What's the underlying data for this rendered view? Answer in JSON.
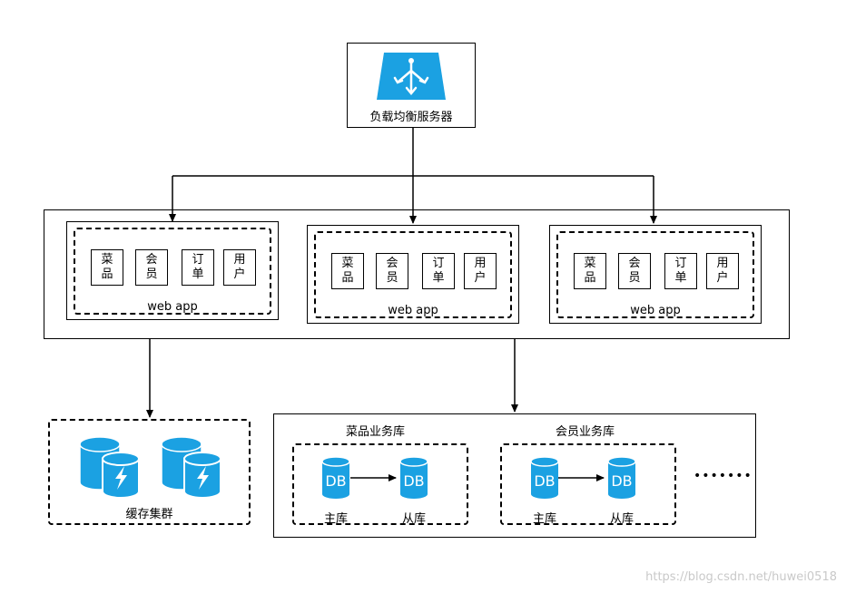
{
  "load_balancer": {
    "label": "负载均衡服务器",
    "icon": "load-balancer-icon",
    "color": "#1ba1e2"
  },
  "webapps": [
    {
      "label": "web app",
      "modules": [
        "菜品",
        "会员",
        "订单",
        "用户"
      ]
    },
    {
      "label": "web app",
      "modules": [
        "菜品",
        "会员",
        "订单",
        "用户"
      ]
    },
    {
      "label": "web app",
      "modules": [
        "菜品",
        "会员",
        "订单",
        "用户"
      ]
    }
  ],
  "cache": {
    "label": "缓存集群",
    "icon": "cache-server-icon"
  },
  "databases": {
    "groups": [
      {
        "title": "菜品业务库",
        "master_label": "主库",
        "slave_label": "从库",
        "db_text": "DB"
      },
      {
        "title": "会员业务库",
        "master_label": "主库",
        "slave_label": "从库",
        "db_text": "DB"
      }
    ],
    "more": "•••••••"
  },
  "watermark": "https://blog.csdn.net/huwei0518"
}
